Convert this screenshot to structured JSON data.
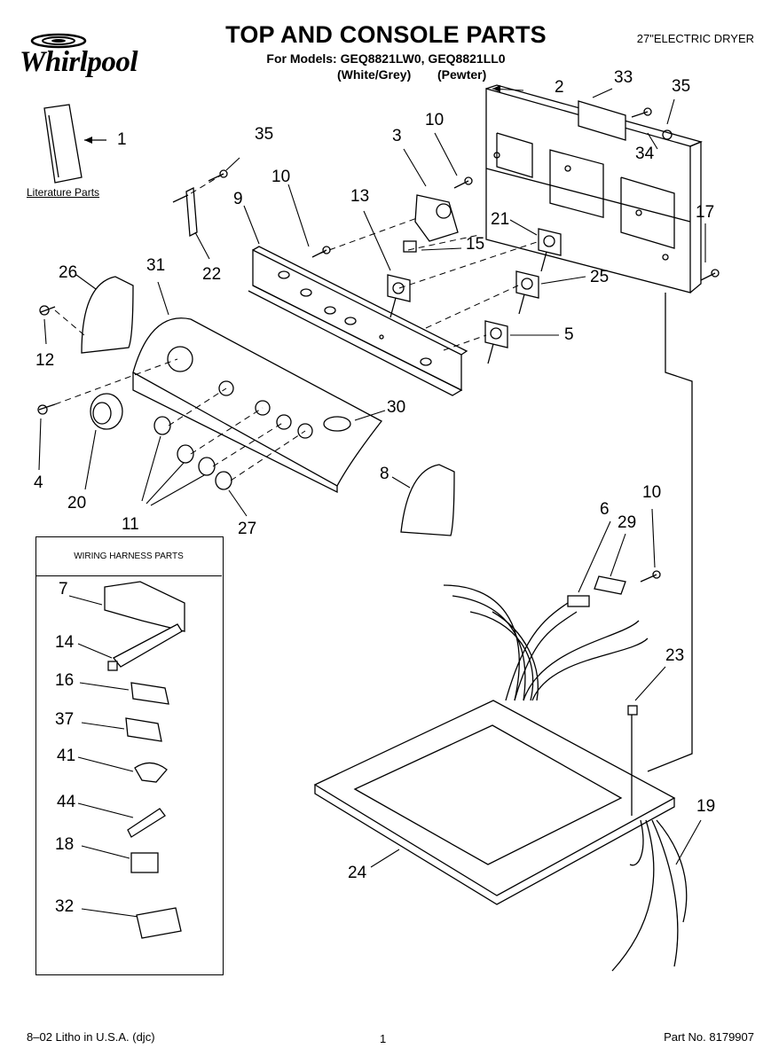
{
  "header": {
    "brand": "Whirlpool",
    "title": "TOP AND CONSOLE PARTS",
    "models_line": "For Models: GEQ8821LW0, GEQ8821LL0",
    "variant_white": "(White/Grey)",
    "variant_pewter": "(Pewter)",
    "product": "27\"ELECTRIC DRYER"
  },
  "literature_label": "Literature Parts",
  "harness_title": "WIRING HARNESS PARTS",
  "callouts": {
    "c1": "1",
    "c2": "2",
    "c3": "3",
    "c4": "4",
    "c5": "5",
    "c6": "6",
    "c7": "7",
    "c8": "8",
    "c9": "9",
    "c10a": "10",
    "c10b": "10",
    "c10c": "10",
    "c11": "11",
    "c12": "12",
    "c13": "13",
    "c14": "14",
    "c15": "15",
    "c16": "16",
    "c17": "17",
    "c18": "18",
    "c19": "19",
    "c20": "20",
    "c21": "21",
    "c22": "22",
    "c23": "23",
    "c24": "24",
    "c25": "25",
    "c26": "26",
    "c27": "27",
    "c29": "29",
    "c30": "30",
    "c31": "31",
    "c32": "32",
    "c33": "33",
    "c34": "34",
    "c35a": "35",
    "c35b": "35",
    "c37": "37",
    "c41": "41",
    "c44": "44"
  },
  "footer": {
    "litho": "8–02 Litho in U.S.A. (djc)",
    "page": "1",
    "part_no": "Part No. 8179907"
  }
}
